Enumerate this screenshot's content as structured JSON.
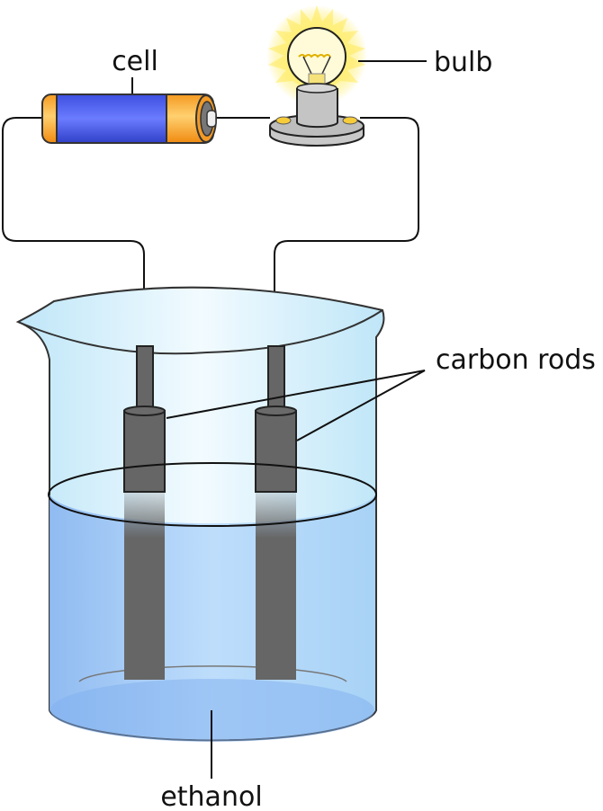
{
  "labels": {
    "cell": "cell",
    "bulb": "bulb",
    "carbon_rods": "carbon rods",
    "ethanol": "ethanol"
  },
  "colors": {
    "battery_body": "#4a5ff0",
    "battery_caps": "#f7a530",
    "rod": "#666666",
    "liquid": "#9cc8f5",
    "glass": "#e4f5fc",
    "bulb_glow": "#fff06a"
  }
}
